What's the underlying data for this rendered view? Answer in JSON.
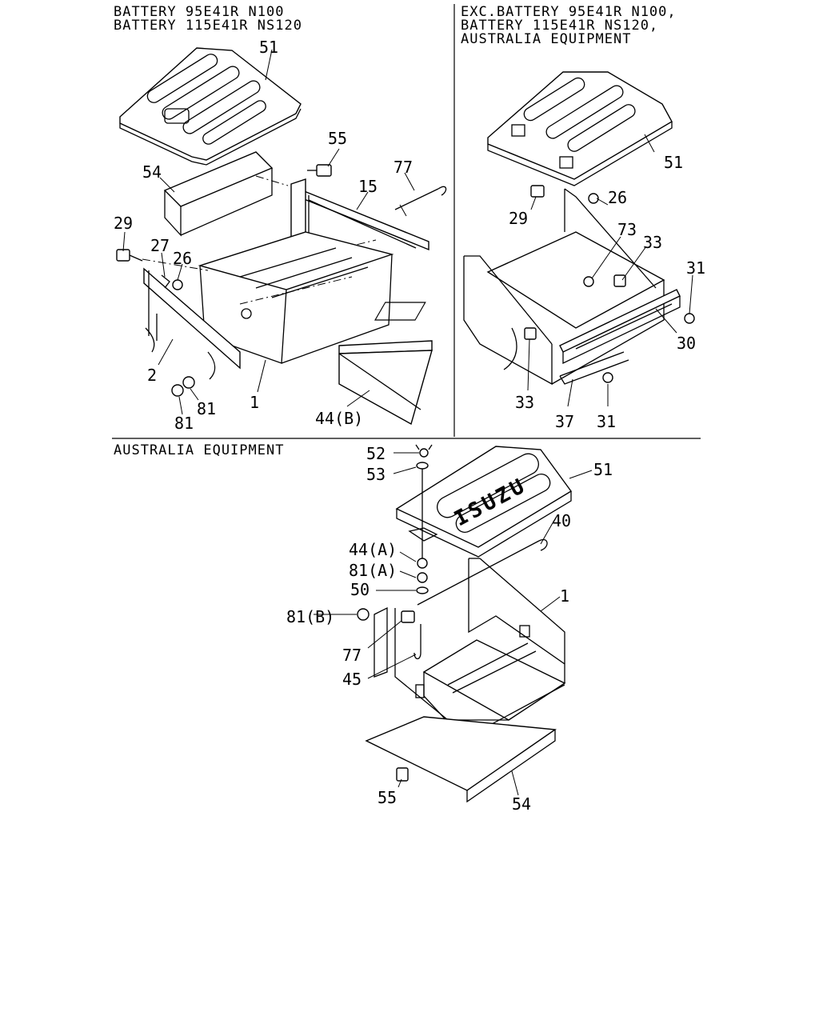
{
  "sections": [
    {
      "id": "top-left",
      "header": [
        "BATTERY 95E41R N100",
        "BATTERY 115E41R NS120"
      ]
    },
    {
      "id": "top-right",
      "header": [
        "EXC.BATTERY 95E41R N100,",
        "BATTERY 115E41R NS120,",
        "AUSTRALIA EQUIPMENT"
      ]
    },
    {
      "id": "bottom",
      "header": [
        "AUSTRALIA EQUIPMENT"
      ]
    }
  ],
  "logo_text": "ISUZU",
  "callouts": {
    "top_left": [
      "51",
      "55",
      "77",
      "15",
      "54",
      "29",
      "27",
      "26",
      "2",
      "81",
      "81",
      "1",
      "44(B)"
    ],
    "top_right": [
      "51",
      "26",
      "29",
      "73",
      "33",
      "31",
      "30",
      "33",
      "37",
      "31"
    ],
    "bottom": [
      "52",
      "53",
      "51",
      "40",
      "44(A)",
      "81(A)",
      "50",
      "1",
      "81(B)",
      "77",
      "45",
      "55",
      "54"
    ]
  }
}
